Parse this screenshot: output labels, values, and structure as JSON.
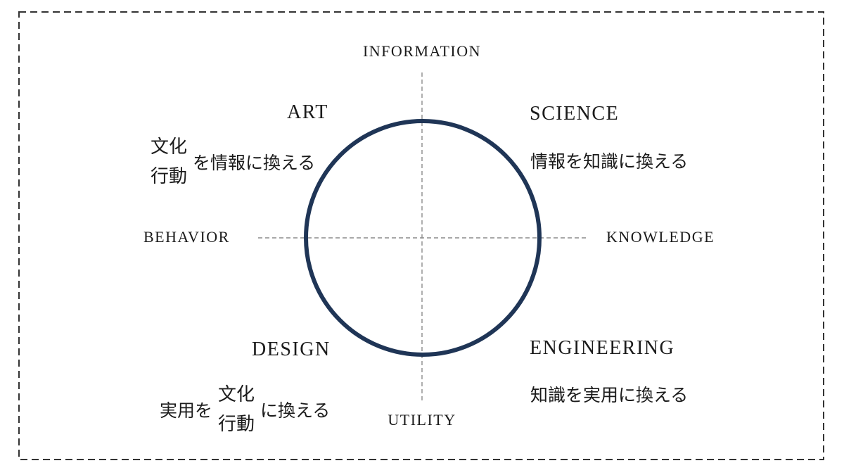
{
  "diagram": {
    "axes": {
      "top": "INFORMATION",
      "right": "KNOWLEDGE",
      "bottom": "UTILITY",
      "left": "BEHAVIOR"
    },
    "quadrants": {
      "art": {
        "label": "ART",
        "stack_top": "文化",
        "stack_bottom": "行動",
        "suffix": "を情報に換える"
      },
      "science": {
        "label": "SCIENCE",
        "description": "情報を知識に換える"
      },
      "design": {
        "label": "DESIGN",
        "prefix": "実用を",
        "stack_top": "文化",
        "stack_bottom": "行動",
        "suffix": "に換える"
      },
      "engineering": {
        "label": "ENGINEERING",
        "description": "知識を実用に換える"
      }
    },
    "colors": {
      "circle_stroke": "#1F3556",
      "axis_dash": "#8C8C8C",
      "border_dash": "#333333",
      "text": "#1B1B1B",
      "background": "#FFFFFF"
    }
  }
}
